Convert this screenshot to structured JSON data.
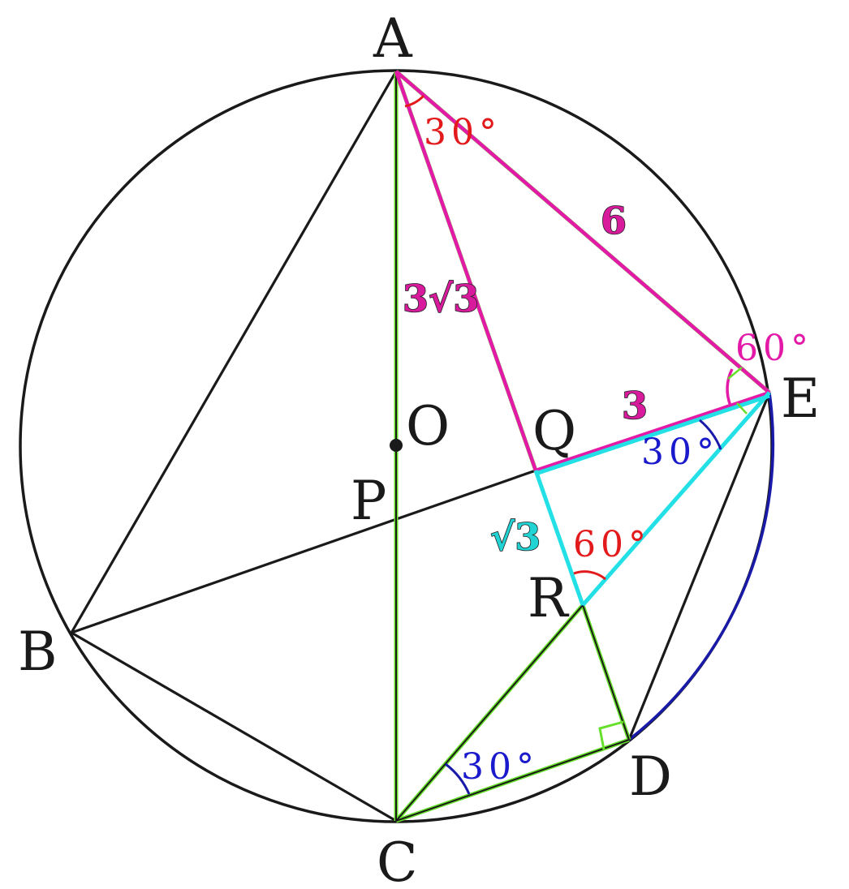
{
  "figure": {
    "type": "geometry-diagram",
    "circle": {
      "center": "O",
      "stroke": "#1a1a1a"
    },
    "points": {
      "A": "A",
      "B": "B",
      "C": "C",
      "D": "D",
      "E": "E",
      "O": "O",
      "P": "P",
      "Q": "Q",
      "R": "R"
    },
    "angles": {
      "at_A": {
        "text": "30°",
        "color": "#e31a1c"
      },
      "at_E_top": {
        "text": "60°",
        "color": "#e31aa8"
      },
      "at_E_QER": {
        "text": "30°",
        "color": "#1a1acc"
      },
      "at_R": {
        "text": "60°",
        "color": "#e31a1c"
      },
      "at_C": {
        "text": "30°",
        "color": "#1a1acc"
      }
    },
    "lengths": {
      "AE": {
        "text": "6",
        "color": "#d81b9c"
      },
      "AQ": {
        "text": "3√3",
        "color": "#d81b9c"
      },
      "QE": {
        "text": "3",
        "color": "#d81b9c"
      },
      "QR": {
        "text": "√3",
        "color": "#22d3d3"
      }
    },
    "colors": {
      "black": "#1a1a1a",
      "magenta": "#e31aa8",
      "cyan": "#22e0e6",
      "green": "#66e02a",
      "blue": "#1a1aa8",
      "red": "#e31a1c"
    }
  }
}
